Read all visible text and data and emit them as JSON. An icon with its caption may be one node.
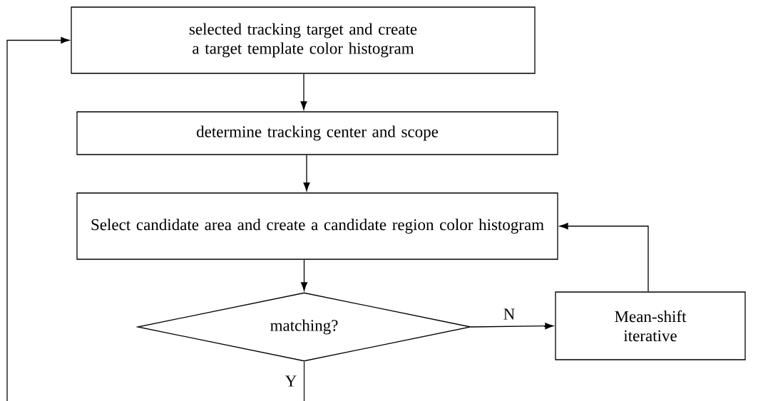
{
  "diagram": {
    "nodes": [
      {
        "text": [
          "selected tracking target and create a target template color histogram"
        ]
      },
      {
        "text": [
          "determine tracking center and scope"
        ]
      },
      {
        "text": [
          "Select candidate area and create a candidate region color histogram"
        ]
      },
      {
        "text": [
          "matching?"
        ]
      },
      {
        "text": [
          "Mean-shift iterative"
        ]
      }
    ],
    "edges": [
      {
        "from": 0,
        "to": 1,
        "arrow": "to"
      },
      {
        "from": 1,
        "to": 2,
        "arrow": "to"
      },
      {
        "from": 2,
        "to": 3,
        "arrow": "to"
      },
      {
        "from": 3,
        "to": 4,
        "arrow": "to",
        "label": "N"
      },
      {
        "from": 4,
        "to": 2,
        "arrow": "to"
      },
      {
        "from": 3,
        "to": null,
        "arrow": "none",
        "label": "Y"
      },
      {
        "from": null,
        "to": 0,
        "arrow": "to"
      }
    ]
  }
}
